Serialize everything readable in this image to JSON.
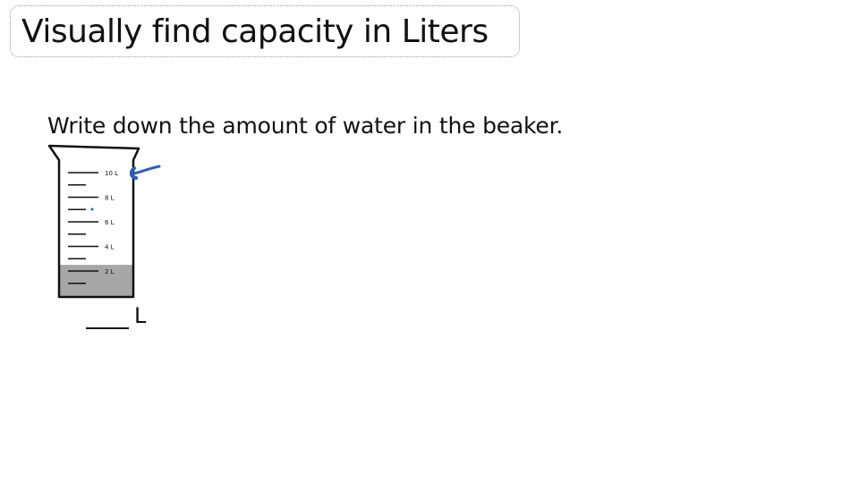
{
  "title": "Visually find capacity in Liters",
  "instruction": "Write down the amount of water in the beaker.",
  "beaker": {
    "scale_labels": [
      "10 L",
      "8 L",
      "6 L",
      "4 L",
      "2 L"
    ],
    "max_liters": 10,
    "water_level_liters": 2.5,
    "water_color": "#a6a6a6",
    "marker_color": "#2f5fb3"
  },
  "answer": {
    "blank": "",
    "unit": "L"
  }
}
